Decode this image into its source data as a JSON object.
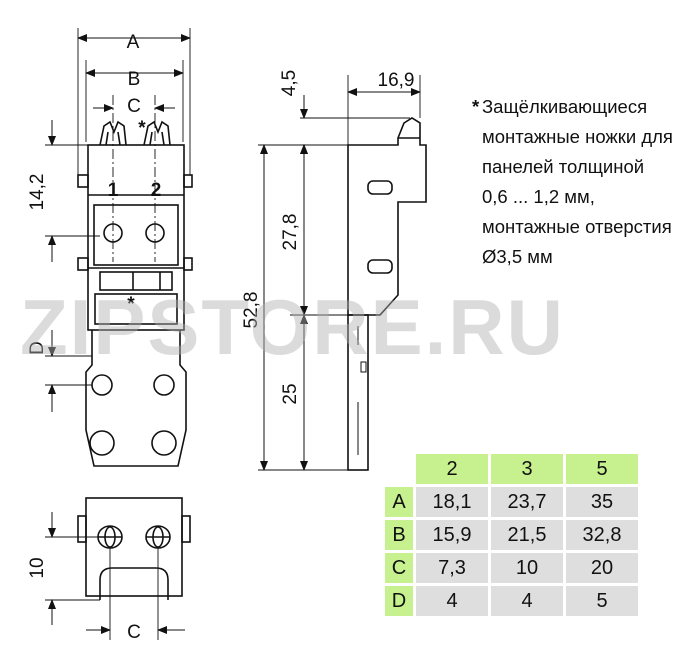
{
  "dimensions": {
    "A": "A",
    "B": "B",
    "C": "C",
    "D": "D",
    "d14_2": "14,2",
    "d10": "10",
    "d4_5": "4,5",
    "d16_9": "16,9",
    "d27_8": "27,8",
    "d52_8": "52,8",
    "d25": "25",
    "pin1": "1",
    "pin2": "2",
    "star": "*"
  },
  "note": {
    "star": "*",
    "lines": [
      "Защёлкивающиеся",
      "монтажные ножки для",
      "панелей толщиной",
      "0,6 ... 1,2 мм,",
      "монтажные отверстия",
      "Ø3,5 мм"
    ]
  },
  "table": {
    "columns": [
      "2",
      "3",
      "5"
    ],
    "rows": [
      {
        "label": "A",
        "values": [
          "18,1",
          "23,7",
          "35"
        ]
      },
      {
        "label": "B",
        "values": [
          "15,9",
          "21,5",
          "32,8"
        ]
      },
      {
        "label": "C",
        "values": [
          "7,3",
          "10",
          "20"
        ]
      },
      {
        "label": "D",
        "values": [
          "4",
          "4",
          "5"
        ]
      }
    ]
  },
  "watermark": "ZIPSTORE.RU",
  "colors": {
    "header_bg": "#c7f08e",
    "cell_bg": "#dedede",
    "watermark_orange": "#f3b46a"
  }
}
